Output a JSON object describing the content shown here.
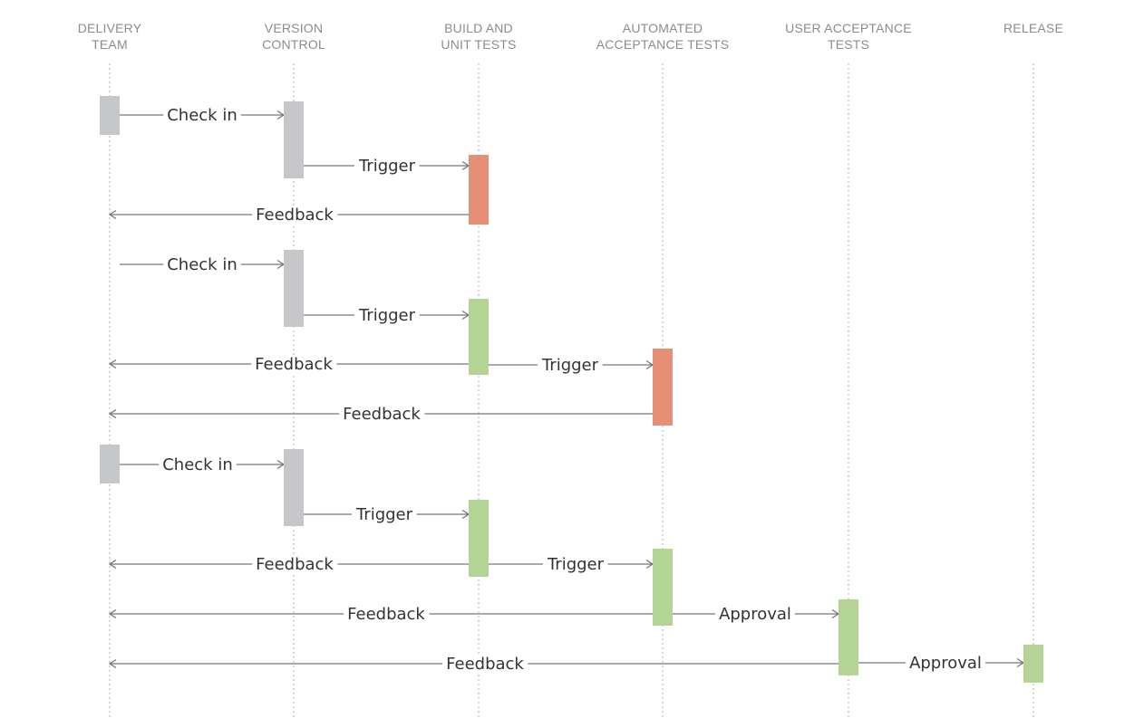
{
  "columns": [
    {
      "line1": "DELIVERY",
      "line2": "TEAM"
    },
    {
      "line1": "VERSION",
      "line2": "CONTROL"
    },
    {
      "line1": "BUILD AND",
      "line2": "UNIT TESTS"
    },
    {
      "line1": "AUTOMATED",
      "line2": "ACCEPTANCE TESTS"
    },
    {
      "line1": "USER ACCEPTANCE",
      "line2": "TESTS"
    },
    {
      "line1": "",
      "line2": "RELEASE"
    }
  ],
  "colors": {
    "lifeline": "#bdbdbd",
    "neutral": "#c6c7c9",
    "fail": "#e58f76",
    "pass": "#b3d495",
    "arrow": "#777777",
    "header_text": "#8c8c8c",
    "label_text": "#333333"
  },
  "activations": [
    {
      "col": 0,
      "status": "neutral"
    },
    {
      "col": 1,
      "status": "neutral"
    },
    {
      "col": 2,
      "status": "fail"
    },
    {
      "col": 1,
      "status": "neutral"
    },
    {
      "col": 2,
      "status": "pass"
    },
    {
      "col": 3,
      "status": "fail"
    },
    {
      "col": 0,
      "status": "neutral"
    },
    {
      "col": 1,
      "status": "neutral"
    },
    {
      "col": 2,
      "status": "pass"
    },
    {
      "col": 3,
      "status": "pass"
    },
    {
      "col": 4,
      "status": "pass"
    },
    {
      "col": 5,
      "status": "pass"
    }
  ],
  "messages": [
    {
      "from": 0,
      "to": 1,
      "label": "Check in"
    },
    {
      "from": 1,
      "to": 2,
      "label": "Trigger"
    },
    {
      "from": 2,
      "to": 0,
      "label": "Feedback"
    },
    {
      "from": 0,
      "to": 1,
      "label": "Check in"
    },
    {
      "from": 1,
      "to": 2,
      "label": "Trigger"
    },
    {
      "from": 2,
      "to": 0,
      "label": "Feedback"
    },
    {
      "from": 2,
      "to": 3,
      "label": "Trigger"
    },
    {
      "from": 3,
      "to": 0,
      "label": "Feedback"
    },
    {
      "from": 0,
      "to": 1,
      "label": "Check in"
    },
    {
      "from": 1,
      "to": 2,
      "label": "Trigger"
    },
    {
      "from": 2,
      "to": 0,
      "label": "Feedback"
    },
    {
      "from": 2,
      "to": 3,
      "label": "Trigger"
    },
    {
      "from": 3,
      "to": 0,
      "label": "Feedback"
    },
    {
      "from": 3,
      "to": 4,
      "label": "Approval"
    },
    {
      "from": 4,
      "to": 0,
      "label": "Feedback"
    },
    {
      "from": 4,
      "to": 5,
      "label": "Approval"
    }
  ]
}
